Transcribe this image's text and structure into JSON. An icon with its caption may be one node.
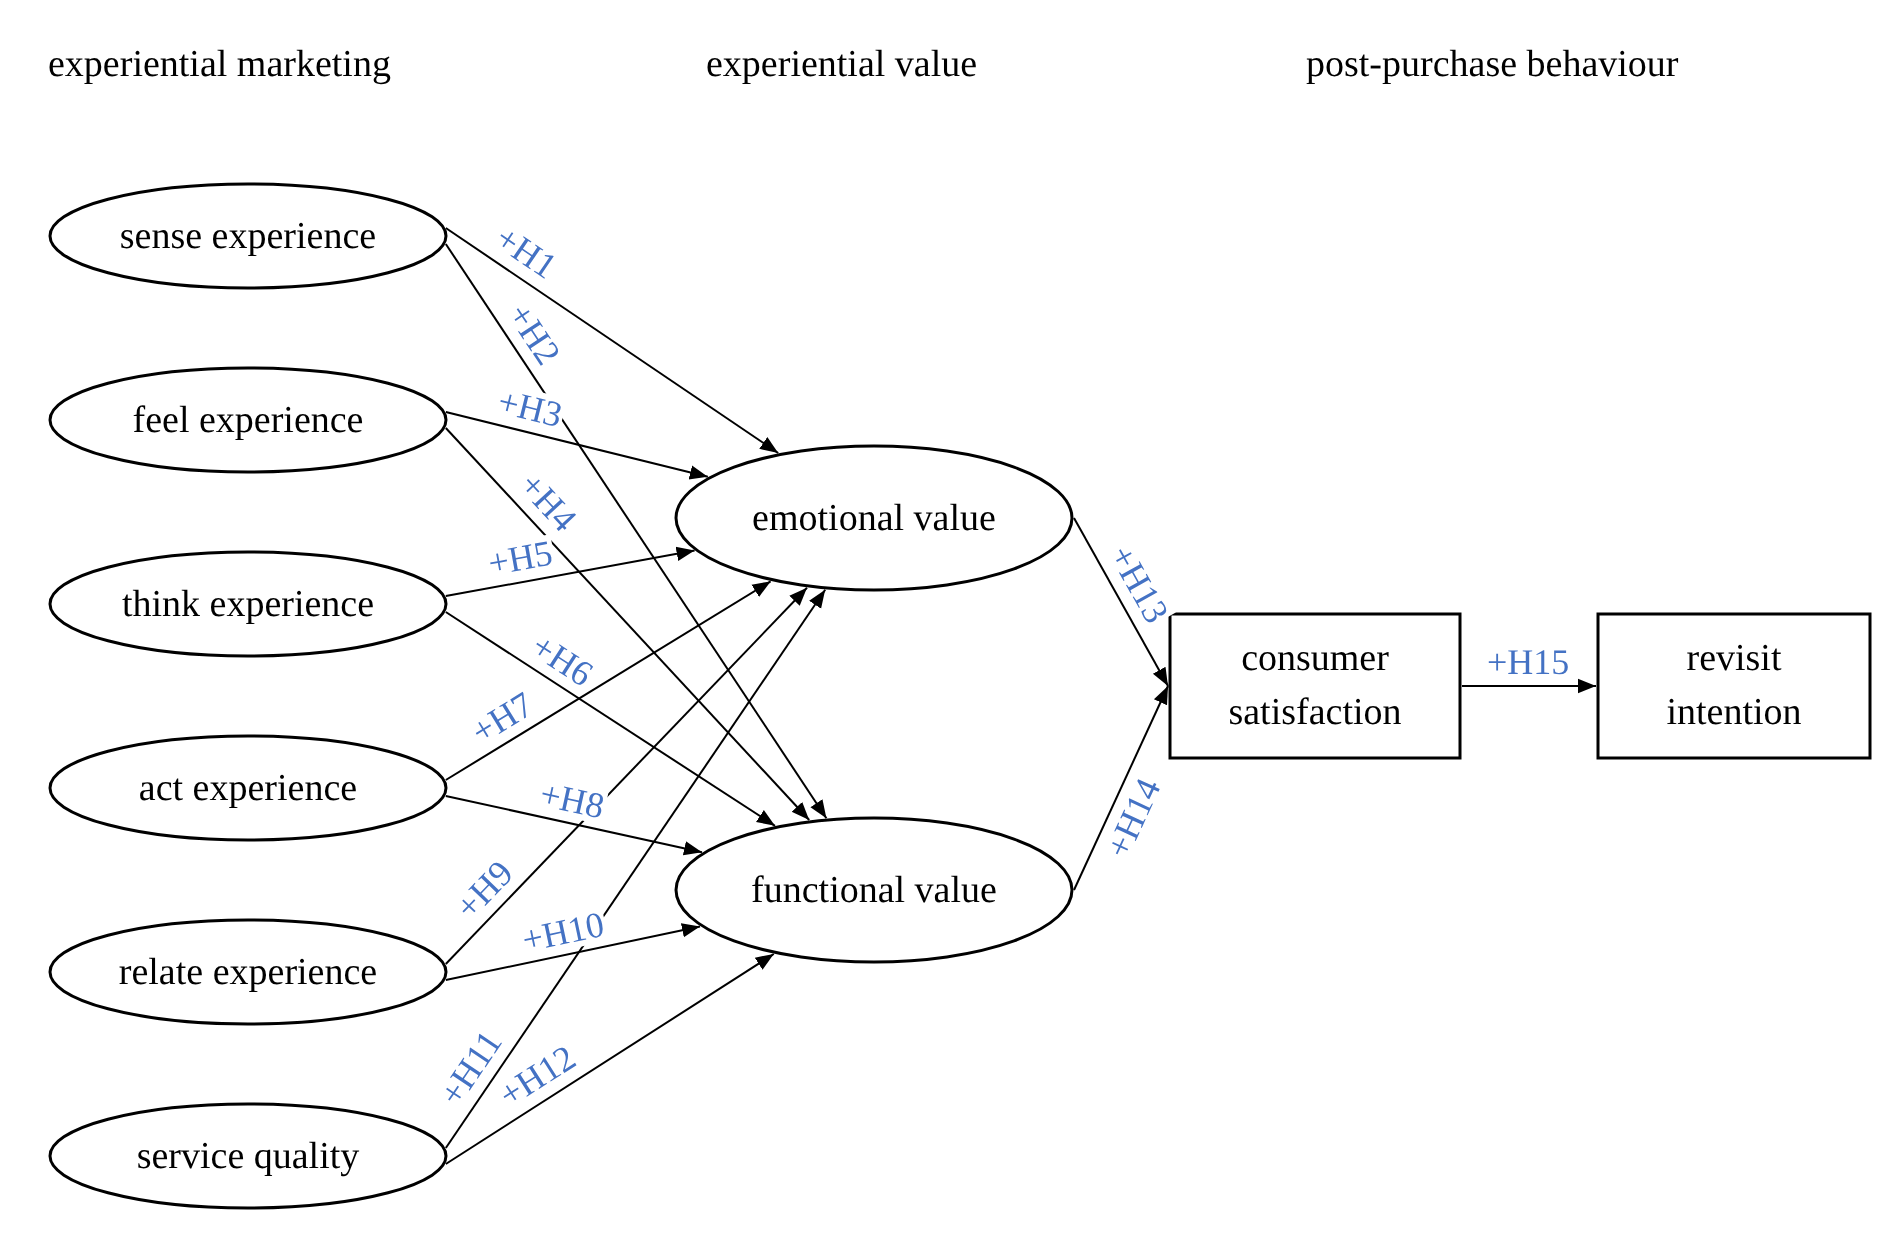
{
  "diagram": {
    "nodes": [
      {
        "text": [
          "sense experience"
        ]
      },
      {
        "text": [
          "feel experience"
        ]
      },
      {
        "text": [
          "think experience"
        ]
      },
      {
        "text": [
          "act experience"
        ]
      },
      {
        "text": [
          "relate experience"
        ]
      },
      {
        "text": [
          "service quality"
        ]
      },
      {
        "text": [
          "emotional value"
        ]
      },
      {
        "text": [
          "functional value"
        ]
      },
      {
        "text": [
          "consumer satisfaction"
        ]
      },
      {
        "text": [
          "revisit intention"
        ]
      }
    ],
    "edges": [
      {
        "from": 0,
        "to": 6,
        "arrow": "to",
        "label": "+H1"
      },
      {
        "from": 0,
        "to": 7,
        "arrow": "to",
        "label": "+H2"
      },
      {
        "from": 1,
        "to": 6,
        "arrow": "to",
        "label": "+H3"
      },
      {
        "from": 1,
        "to": 7,
        "arrow": "to",
        "label": "+H4"
      },
      {
        "from": 2,
        "to": 6,
        "arrow": "to",
        "label": "+H5"
      },
      {
        "from": 2,
        "to": 7,
        "arrow": "to",
        "label": "+H6"
      },
      {
        "from": 3,
        "to": 6,
        "arrow": "to",
        "label": "+H7"
      },
      {
        "from": 3,
        "to": 7,
        "arrow": "to",
        "label": "+H8"
      },
      {
        "from": 4,
        "to": 6,
        "arrow": "to",
        "label": "+H9"
      },
      {
        "from": 4,
        "to": 7,
        "arrow": "to",
        "label": "+H10"
      },
      {
        "from": 5,
        "to": 6,
        "arrow": "to",
        "label": "+H11"
      },
      {
        "from": 5,
        "to": 7,
        "arrow": "to",
        "label": "+H12"
      },
      {
        "from": 6,
        "to": 8,
        "arrow": "to",
        "label": "+H13"
      },
      {
        "from": 7,
        "to": 8,
        "arrow": "to",
        "label": "+H14"
      },
      {
        "from": 8,
        "to": 9,
        "arrow": "to",
        "label": "+H15"
      }
    ],
    "labels": [
      "experiential marketing",
      "experiential value",
      "post-purchase behaviour"
    ]
  }
}
